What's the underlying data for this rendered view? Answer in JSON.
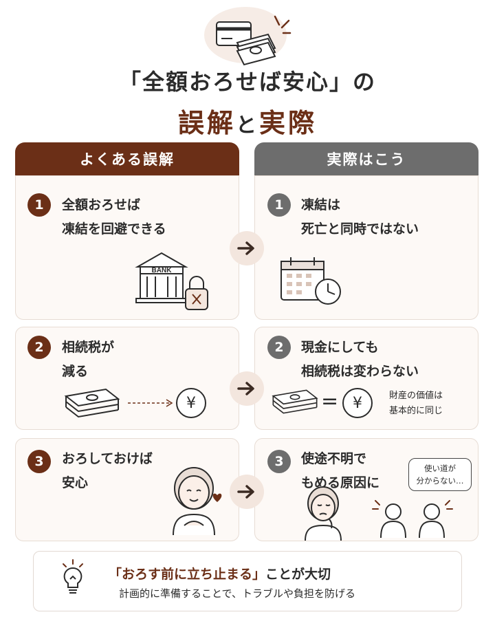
{
  "header": {
    "title_line1": "「全額おろせば安心」の",
    "title_accent1": "誤解",
    "title_mid": "と",
    "title_accent2": "実際"
  },
  "columns": {
    "left_header": "よくある誤解",
    "right_header": "実際はこう"
  },
  "rows": [
    {
      "number": "1",
      "left_lines": [
        "全額おろせば",
        "凍結を回避できる"
      ],
      "right_lines": [
        "凍結は",
        "死亡と同時ではない"
      ],
      "bank_sign": "BANK"
    },
    {
      "number": "2",
      "left_lines": [
        "相続税が",
        "減る"
      ],
      "right_lines": [
        "現金にしても",
        "相続税は変わらない"
      ],
      "yen": "¥",
      "equals": "=",
      "right_note": [
        "財産の価値は",
        "基本的に同じ"
      ]
    },
    {
      "number": "3",
      "left_lines": [
        "おろしておけば",
        "安心"
      ],
      "right_lines": [
        "使途不明で",
        "もめる原因に"
      ],
      "bubble": [
        "使い道が",
        "分からない…"
      ]
    }
  ],
  "footer": {
    "headline_accent": "「おろす前に立ち止まる」",
    "headline_rest": "ことが大切",
    "subtext": "計画的に準備することで、トラブルや負担を防げる"
  },
  "colors": {
    "accent_brown": "#6b2f17",
    "neutral_gray": "#6d6d6d",
    "card_bg": "#fdf9f6",
    "arrow_bg": "#f3e6de"
  },
  "icons": [
    "card-and-cash-icon",
    "bank-lock-icon",
    "calendar-clock-icon",
    "cash-stack-icon",
    "yen-coin-icon",
    "worried-woman-icon",
    "arguing-people-icon",
    "lightbulb-icon",
    "heart-icon",
    "arrow-right-icon"
  ]
}
